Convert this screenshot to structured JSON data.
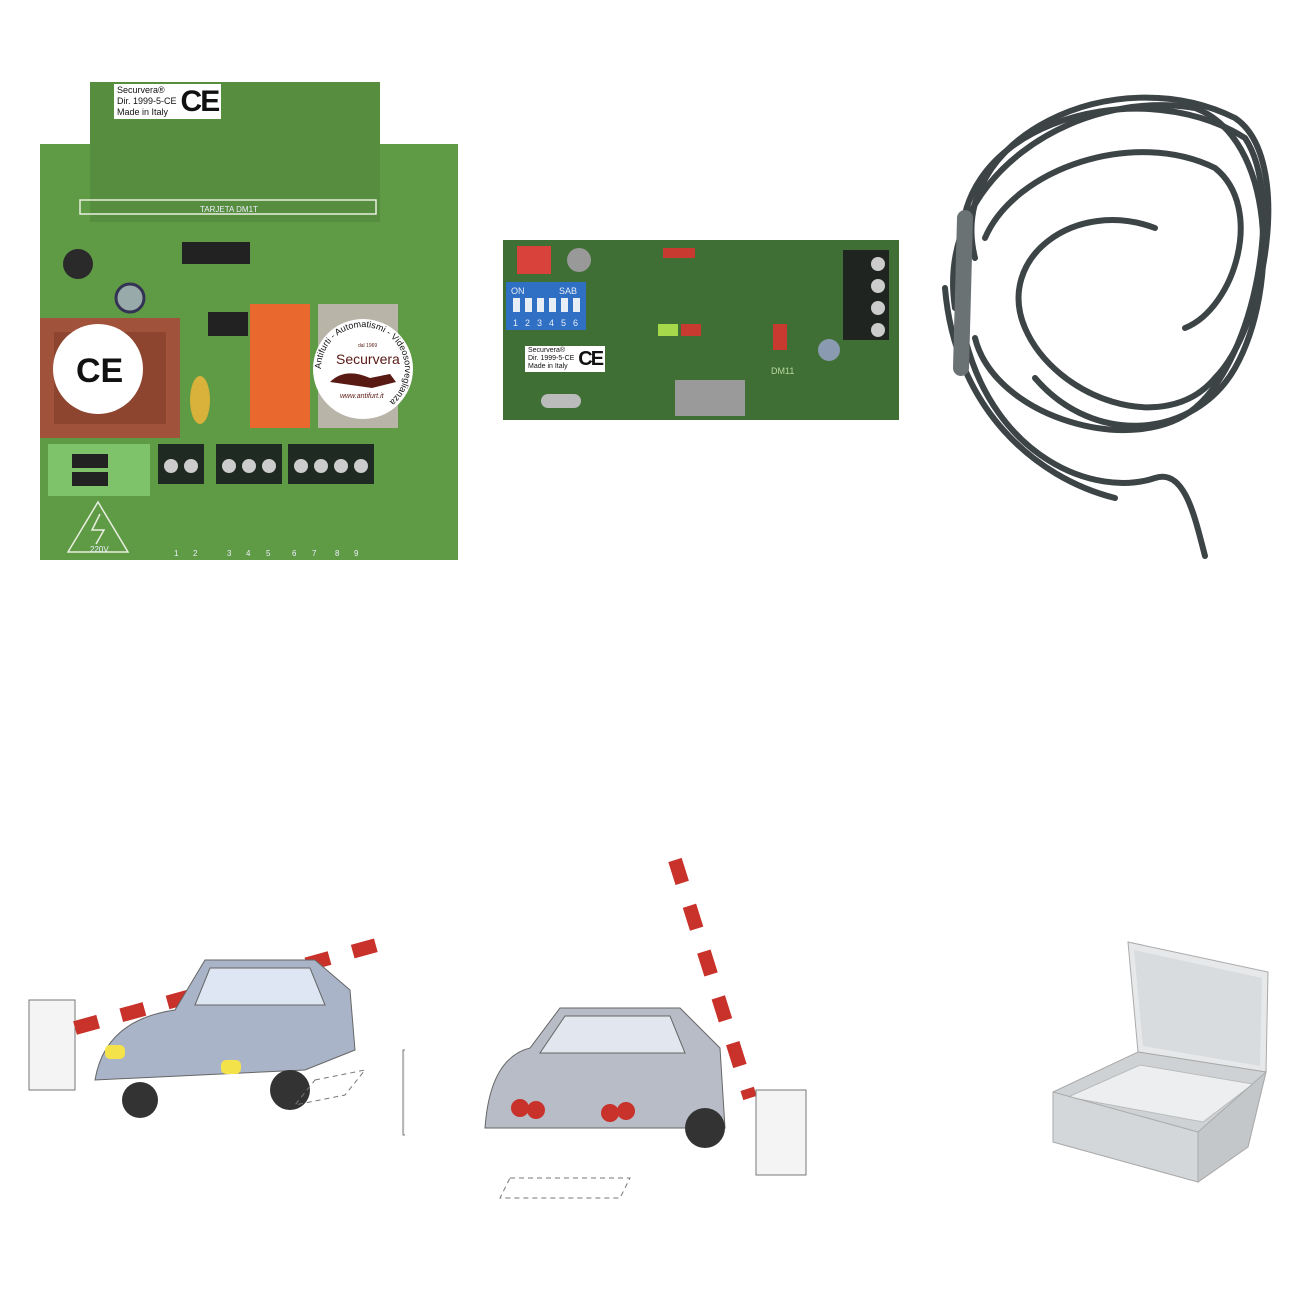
{
  "products": {
    "main_board": {
      "label": {
        "brand": "Securvera®",
        "directive": "Dir. 1999-5-CE",
        "origin": "Made in Italy",
        "mark": "CE"
      },
      "silkscreen_title": "TARJETA DM1T",
      "voltage": "220V",
      "terminals": [
        "1",
        "2",
        "3",
        "4",
        "5",
        "6",
        "7",
        "8",
        "9"
      ],
      "stickers": {
        "ring_text": "Antifurti - Automatismi - Videosorveglianza",
        "ce_mark": "CE",
        "brand": "Securvera",
        "since": "dal 1969",
        "website": "www.antifurt.it"
      },
      "board_color": "#5f9a45"
    },
    "receiver_board": {
      "label": {
        "brand": "Securvera®",
        "directive": "Dir. 1999-5-CE",
        "origin": "Made in Italy",
        "mark": "CE"
      },
      "dip_switch": {
        "on_label": "ON",
        "sab_label": "SAB",
        "positions": [
          "1",
          "2",
          "3",
          "4",
          "5",
          "6"
        ],
        "color": "#2f6fc4"
      },
      "model": "DM11",
      "board_color": "#3f6f34"
    },
    "loop_cable": {
      "color": "#3c4446"
    },
    "illustrations": {
      "barrier_stripe_color": "#c8322a"
    },
    "junction_box": {
      "color": "#d9dcde"
    }
  }
}
